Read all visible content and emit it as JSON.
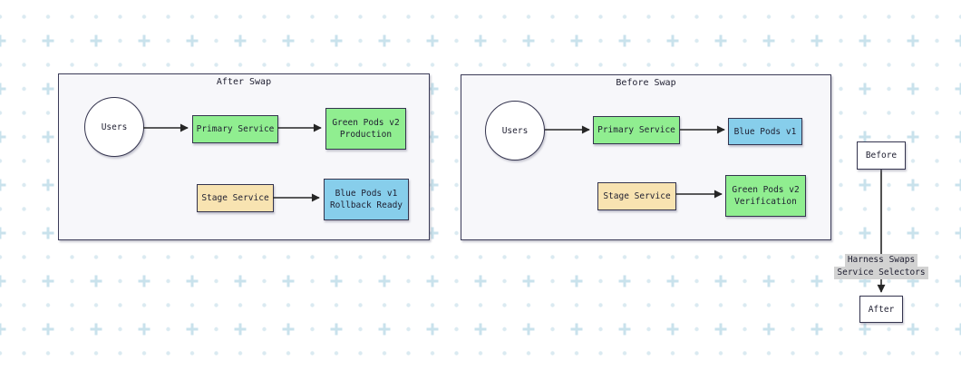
{
  "after_diagram": {
    "title": "After Swap",
    "users_label": "Users",
    "primary_service_label": "Primary Service",
    "primary_target_line1": "Green Pods v2",
    "primary_target_line2": "Production",
    "stage_service_label": "Stage Service",
    "stage_target_line1": "Blue Pods v1",
    "stage_target_line2": "Rollback Ready"
  },
  "before_diagram": {
    "title": "Before Swap",
    "users_label": "Users",
    "primary_service_label": "Primary Service",
    "primary_target_label": "Blue Pods v1",
    "stage_service_label": "Stage Service",
    "stage_target_line1": "Green Pods v2",
    "stage_target_line2": "Verification"
  },
  "transition_flow": {
    "before_label": "Before",
    "edge_label_line1": "Harness Swaps",
    "edge_label_line2": "Service Selectors",
    "after_label": "After"
  },
  "colors": {
    "node_green": "#90ee90",
    "node_blue": "#87ceeb",
    "node_tan": "#f8e3b1",
    "node_white": "#ffffff",
    "node_border": "#34344e",
    "container_fill": "#f7f7fa",
    "container_border": "#3b3b58",
    "edge": "#262626",
    "edge_label_bg": "#d2d2d2",
    "text": "#1e1e30",
    "grid_dot": "#daeaf1",
    "grid_plus": "#c9e2ec"
  }
}
